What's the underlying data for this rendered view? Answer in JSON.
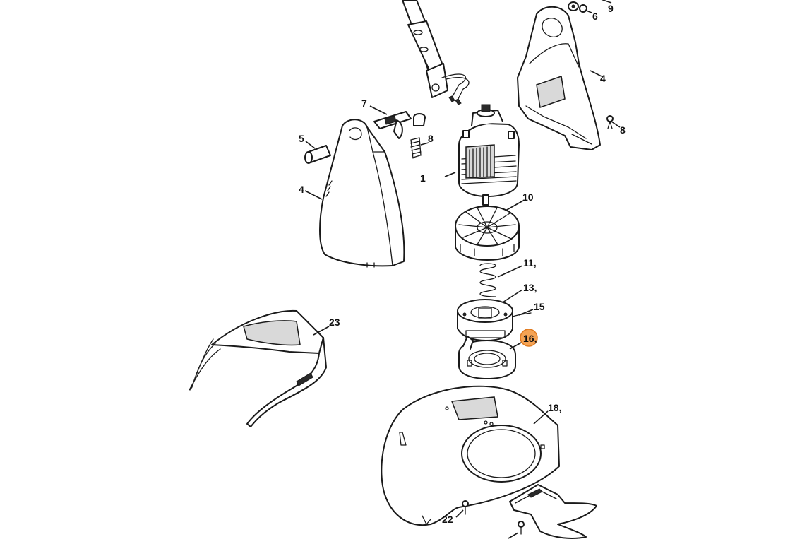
{
  "diagram": {
    "highlight_color": "#f08a2a",
    "highlighted_callout": "16",
    "callouts": [
      {
        "id": "c1",
        "text": "1"
      },
      {
        "id": "c4a",
        "text": "4"
      },
      {
        "id": "c4b",
        "text": "4"
      },
      {
        "id": "c5",
        "text": "5"
      },
      {
        "id": "c6",
        "text": "6"
      },
      {
        "id": "c7",
        "text": "7"
      },
      {
        "id": "c8a",
        "text": "8"
      },
      {
        "id": "c8b",
        "text": "8"
      },
      {
        "id": "c9",
        "text": "9"
      },
      {
        "id": "c10",
        "text": "10"
      },
      {
        "id": "c11",
        "text": "11,"
      },
      {
        "id": "c13",
        "text": "13,"
      },
      {
        "id": "c15",
        "text": "15"
      },
      {
        "id": "c16",
        "text": "16,"
      },
      {
        "id": "c18",
        "text": "18,"
      },
      {
        "id": "c22",
        "text": "22"
      },
      {
        "id": "c23",
        "text": "23"
      }
    ]
  }
}
